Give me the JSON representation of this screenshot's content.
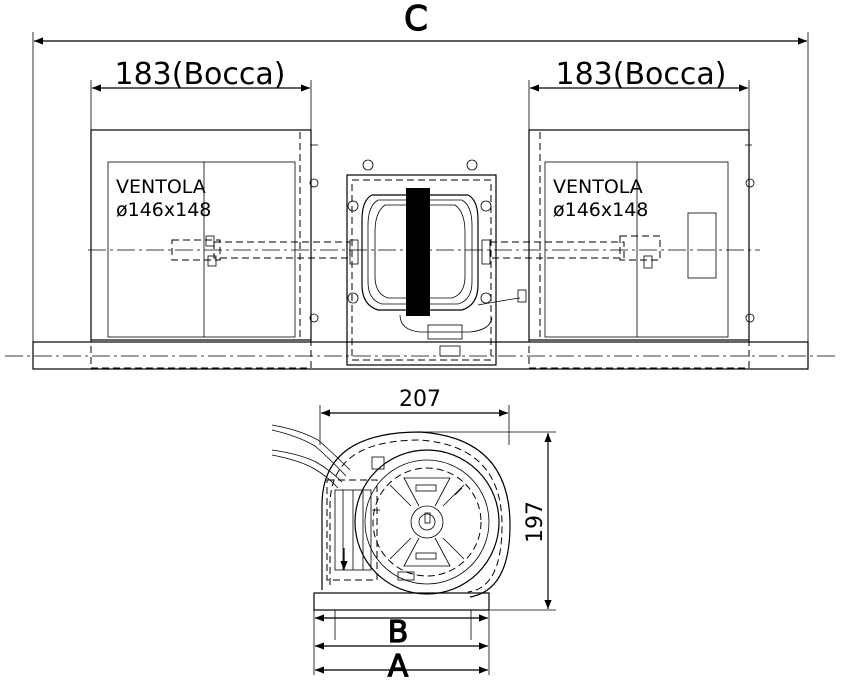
{
  "top_view": {
    "overall_dimension_label": "C",
    "left_outlet_label": "183(Bocca)",
    "right_outlet_label": "183(Bocca)",
    "left_fan_label_line1": "VENTOLA",
    "left_fan_label_line2": "ø146x148",
    "right_fan_label_line1": "VENTOLA",
    "right_fan_label_line2": "ø146x148"
  },
  "side_view": {
    "width_label": "207",
    "height_label": "197",
    "base_inner_label": "B",
    "base_outer_label": "A"
  }
}
